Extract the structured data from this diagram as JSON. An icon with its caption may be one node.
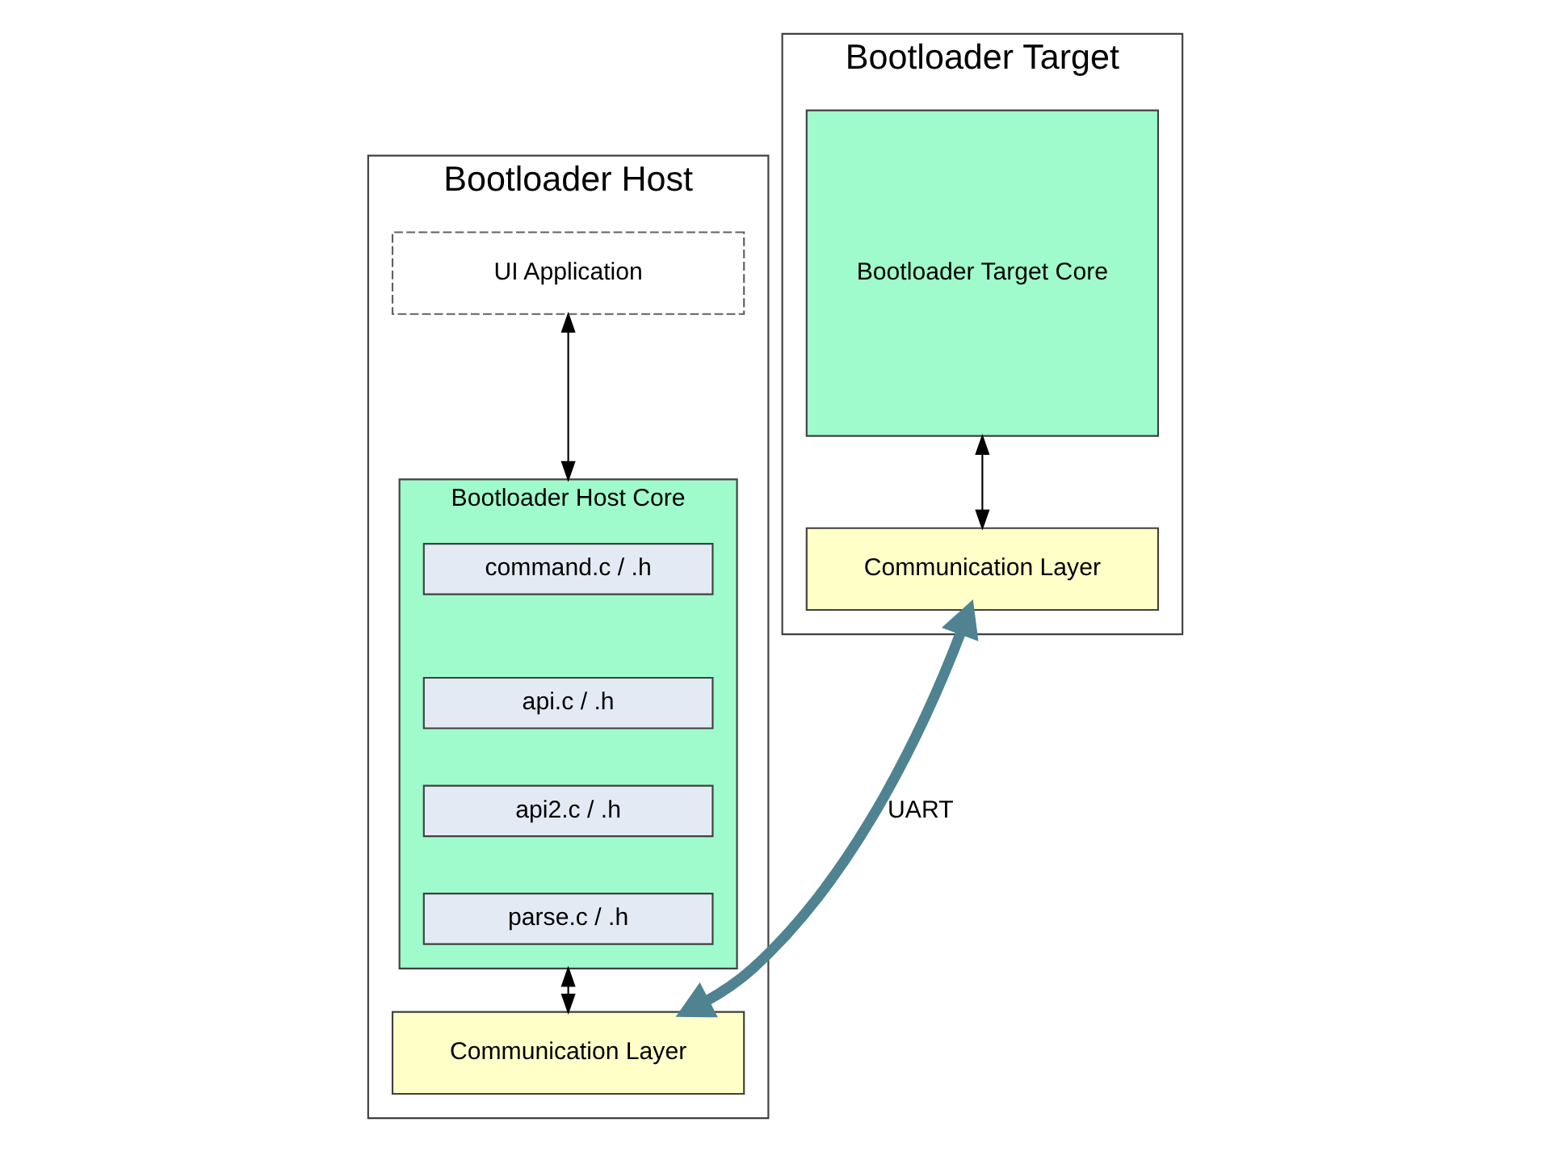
{
  "diagram": {
    "nodes": [
      {
        "text": [
          "Bootloader Host"
        ]
      },
      {
        "text": [
          "UI Application"
        ],
        "in": 0
      },
      {
        "text": [
          "Bootloader Host Core"
        ],
        "in": 0
      },
      {
        "text": [
          "command.c / .h"
        ],
        "in": 2
      },
      {
        "text": [
          "api.c / .h"
        ],
        "in": 2
      },
      {
        "text": [
          "api2.c / .h"
        ],
        "in": 2
      },
      {
        "text": [
          "parse.c / .h"
        ],
        "in": 2
      },
      {
        "text": [
          "Communication Layer"
        ],
        "in": 0
      },
      {
        "text": [
          "Bootloader Target"
        ]
      },
      {
        "text": [
          "Bootloader Target Core"
        ],
        "in": 8
      },
      {
        "text": [
          "Communication Layer"
        ],
        "in": 8
      }
    ],
    "edges": [
      {
        "from": 1,
        "to": 2,
        "arrow": "both"
      },
      {
        "from": 2,
        "to": 7,
        "arrow": "both"
      },
      {
        "from": 7,
        "to": 10,
        "arrow": "both",
        "label": "UART",
        "style": "thick",
        "color": "#4f8391"
      },
      {
        "from": 9,
        "to": 10,
        "arrow": "both"
      }
    ]
  }
}
